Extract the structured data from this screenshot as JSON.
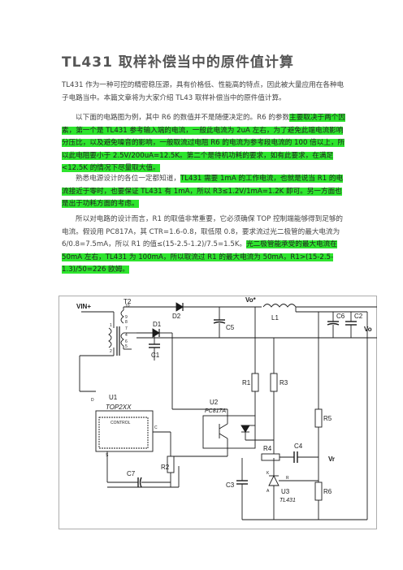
{
  "title": {
    "prefix": "TL431",
    "rest": " 取样补偿当中的原件值计算"
  },
  "paragraphs": {
    "p1": {
      "text": "TL431 作为一种可控的精密稳压源，具有价格低、性能高的特点，因此被大量应用在各种电子电路当中。本篇文章将为大家介绍 TL43 取样补偿当中的原件值计算。"
    },
    "p2": {
      "a": "以下面的电路图为例，其中 R6 的数值并不是随便决定的。R6 的参数",
      "hl": "主要取决于两个因素，第一个是 TL431 参考输入端的电流，一般此电流为 2uA 左右，为了避免此端电流影响分压比，以及避免噪音的影响，一般取流过电阻 R6 的电流为参考段电流的 100 倍以上，所以此电阻要小于 2.5V/200uA=12.5K。第二个是待机功耗的要求，如有此要求，在满足<12.5K 的情况下尽量取大值。"
    },
    "p3": {
      "a": "熟悉电源设计的各位一定都知道，",
      "hl": "TL431 需要 1mA 的工作电流，也就是说当 R1 的电流接近于零时，也要保证 TL431 有 1mA，所以 R3≤1.2V/1mA=1.2K 即可。另一方面也是出于功耗方面的考虑。"
    },
    "p4": {
      "a": "所以对电路的设计而言，R1 的取值非常重要，它必须确保 TOP 控制端能够得到足够的电流。假设用 PC817A，其 CTR=1.6-0.8，取低限 0.8，要求流过光二极管的最大电流为 6/0.8=7.5mA，所以 R1 的值≤(15-2.5-1.2)/7.5=1.5K。",
      "hl": "光二极管能承受的最大电流在 50mA 左右，TL431 为 100mA，所以取流过 R1 的最大电流为 50mA，R1>(15-2.5-1.3)/50=226 欧姆。"
    }
  },
  "circuit": {
    "labels": {
      "vin": "VIN+",
      "t2": "T2",
      "d2": "D2",
      "vo_star": "Vo*",
      "l1": "L1",
      "c5": "C5",
      "c6": "C6",
      "c2": "C2",
      "vo": "Vo",
      "d1": "D1",
      "c1": "C1",
      "r1": "R1",
      "r3": "R3",
      "u1": "U1",
      "top": "TOP2XX",
      "control": "CONTROL",
      "u2": "U2",
      "pc817": "PC817A",
      "r2": "R2",
      "c7": "C7",
      "r5": "R5",
      "r4": "R4",
      "c4": "C4",
      "vr": "Vr",
      "c3": "C3",
      "u3": "U3",
      "tl431": "TL431",
      "r6": "R6",
      "pin1": "1",
      "pin2": "2",
      "pin4": "4",
      "pin5": "5",
      "pin6": "6",
      "pin7": "7",
      "pin8": "8",
      "pin9": "9",
      "pin10": "10",
      "pinD": "D",
      "pinS": "S",
      "pinC": "C",
      "pinK": "K",
      "pinR": "R",
      "pinA": "A"
    }
  }
}
